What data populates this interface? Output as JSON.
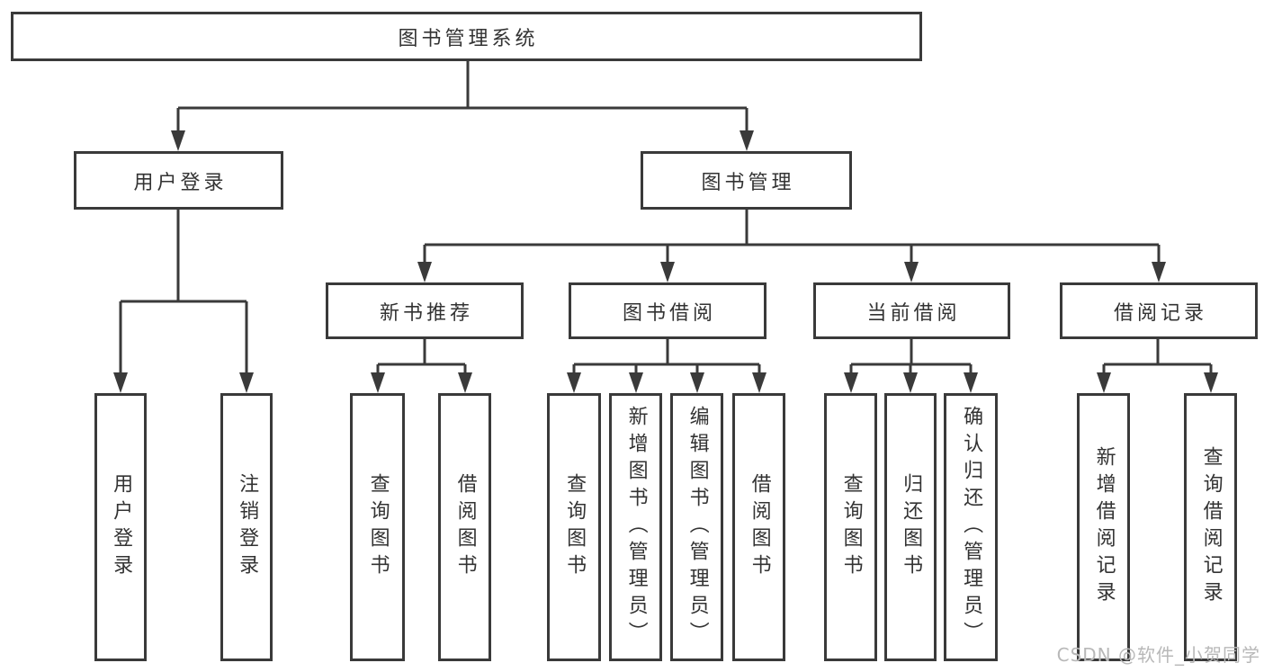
{
  "tree": {
    "root": {
      "label": "图书管理系统"
    },
    "level2": [
      {
        "label": "用户登录"
      },
      {
        "label": "图书管理"
      }
    ],
    "level3": [
      {
        "label": "新书推荐"
      },
      {
        "label": "图书借阅"
      },
      {
        "label": "当前借阅"
      },
      {
        "label": "借阅记录"
      }
    ],
    "leaves": {
      "login": [
        {
          "label": "用户登录"
        },
        {
          "label": "注销登录"
        }
      ],
      "new_book": [
        {
          "label": "查询图书"
        },
        {
          "label": "借阅图书"
        }
      ],
      "book_borrow": [
        {
          "label": "查询图书"
        },
        {
          "label": "新增图书（管理员）"
        },
        {
          "label": "编辑图书（管理员）"
        },
        {
          "label": "借阅图书"
        }
      ],
      "current_borrow": [
        {
          "label": "查询图书"
        },
        {
          "label": "归还图书"
        },
        {
          "label": "确认归还（管理员）"
        }
      ],
      "borrow_record": [
        {
          "label": "新增借阅记录"
        },
        {
          "label": "查询借阅记录"
        }
      ]
    }
  },
  "watermark": {
    "text": "CSDN @软件_小贺同学"
  },
  "colors": {
    "line": "#3a3a3a",
    "text": "#333333",
    "watermark": "#b8b8b8",
    "background": "#ffffff"
  }
}
